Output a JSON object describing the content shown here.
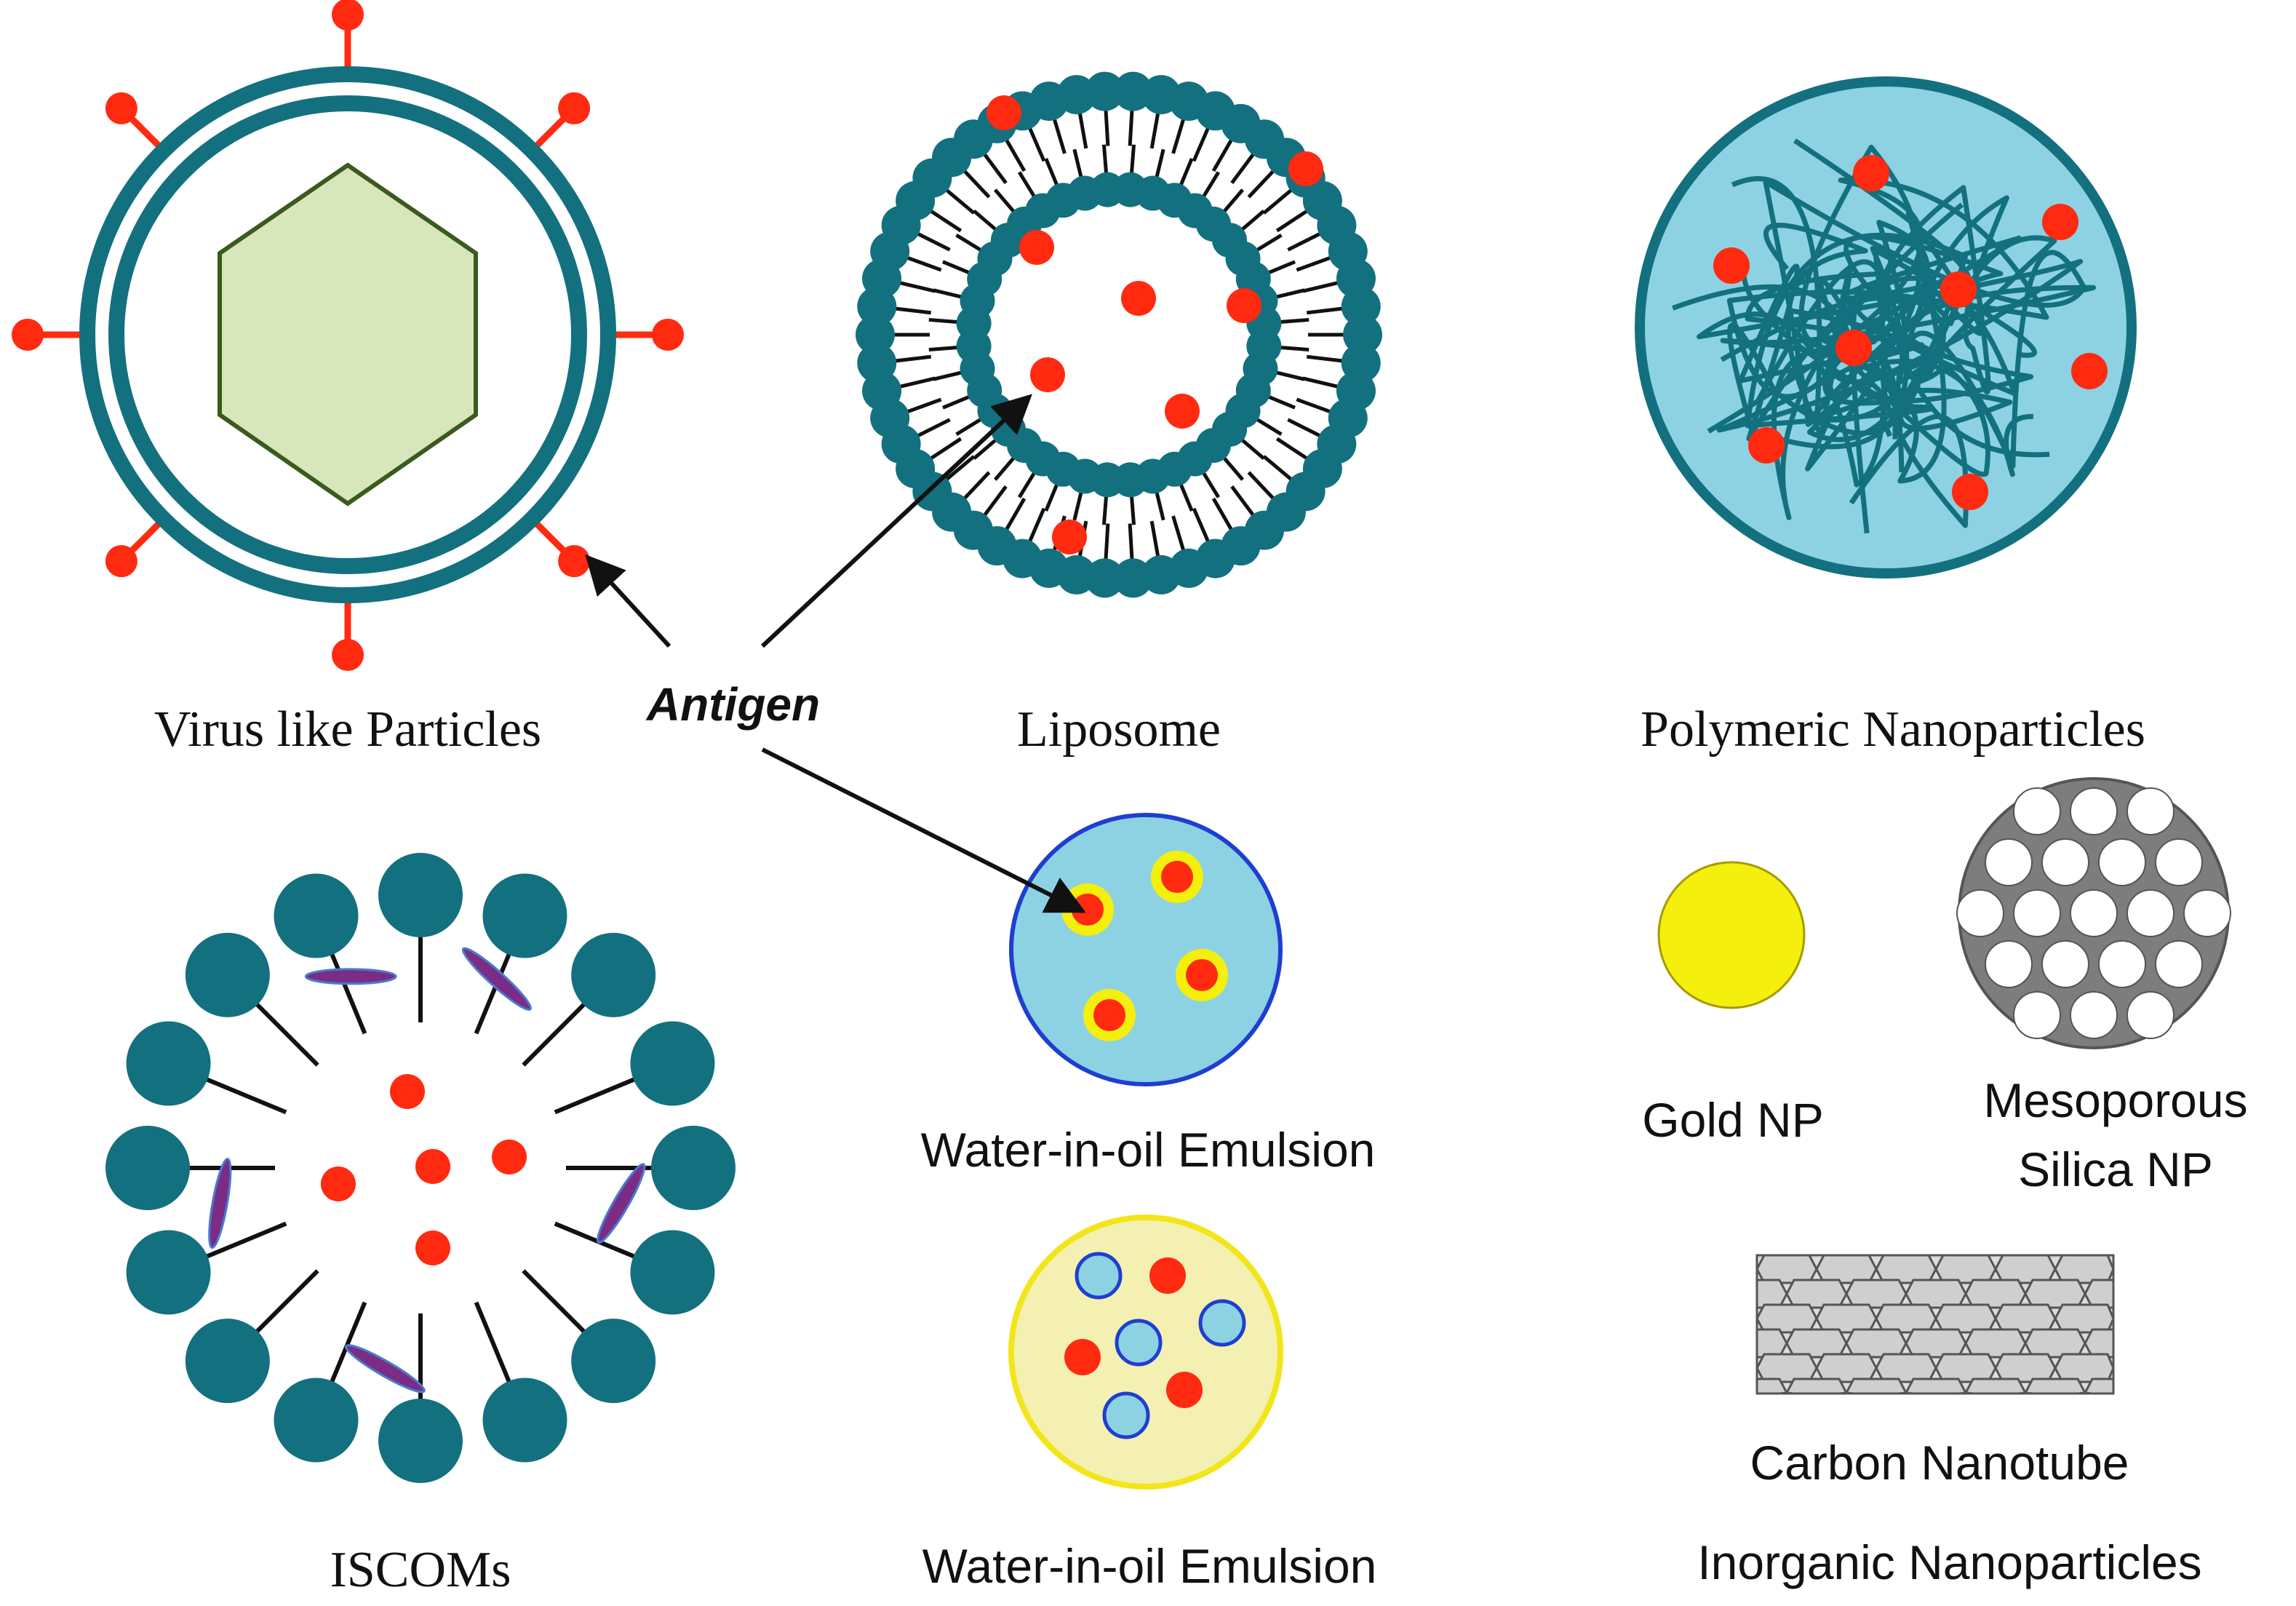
{
  "labels": {
    "vlp": "Virus like Particles",
    "antigen": "Antigen",
    "liposome": "Liposome",
    "polymeric": "Polymeric Nanoparticles",
    "emulsion_top": "Water-in-oil Emulsion",
    "emulsion_bottom": "Water-in-oil Emulsion",
    "gold": "Gold NP",
    "meso_line1": "Mesoporous",
    "meso_line2": "Silica NP",
    "nanotube": "Carbon Nanotube",
    "iscoms": "ISCOMs",
    "inorganic": "Inorganic Nanoparticles"
  },
  "colors": {
    "teal": "#13707f",
    "antigen_red": "#ff2a10",
    "capsid_green": "#d8e6bb",
    "light_blue": "#8dd2e3",
    "gold_yellow": "#f4ef0d",
    "pale_yellow": "#f4f0b2",
    "silica_gray": "#7d7d7d",
    "purple": "#7b2d86"
  }
}
